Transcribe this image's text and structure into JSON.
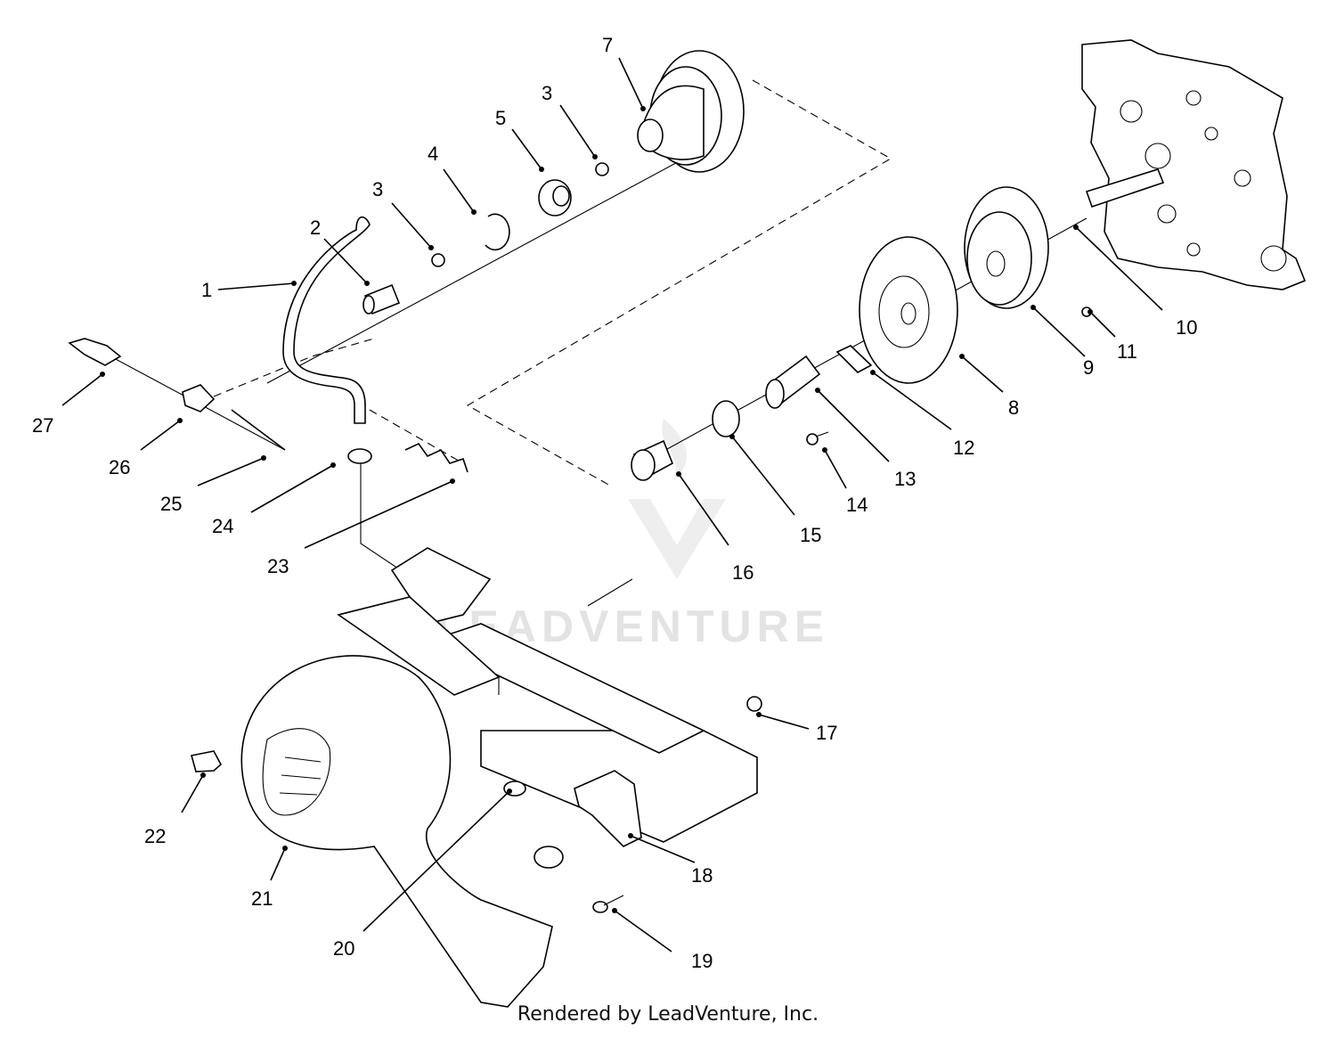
{
  "diagram": {
    "footer": "Rendered by LeadVenture, Inc.",
    "watermark": "LEADVENTURE",
    "callouts": [
      {
        "id": "1",
        "label": "1"
      },
      {
        "id": "2",
        "label": "2"
      },
      {
        "id": "3a",
        "label": "3"
      },
      {
        "id": "4",
        "label": "4"
      },
      {
        "id": "5",
        "label": "5"
      },
      {
        "id": "3b",
        "label": "3"
      },
      {
        "id": "7",
        "label": "7"
      },
      {
        "id": "8",
        "label": "8"
      },
      {
        "id": "9",
        "label": "9"
      },
      {
        "id": "10",
        "label": "10"
      },
      {
        "id": "11",
        "label": "11"
      },
      {
        "id": "12",
        "label": "12"
      },
      {
        "id": "13",
        "label": "13"
      },
      {
        "id": "14",
        "label": "14"
      },
      {
        "id": "15",
        "label": "15"
      },
      {
        "id": "16",
        "label": "16"
      },
      {
        "id": "17",
        "label": "17"
      },
      {
        "id": "18",
        "label": "18"
      },
      {
        "id": "19",
        "label": "19"
      },
      {
        "id": "20",
        "label": "20"
      },
      {
        "id": "21",
        "label": "21"
      },
      {
        "id": "22",
        "label": "22"
      },
      {
        "id": "23",
        "label": "23"
      },
      {
        "id": "24",
        "label": "24"
      },
      {
        "id": "25",
        "label": "25"
      },
      {
        "id": "26",
        "label": "26"
      },
      {
        "id": "27",
        "label": "27"
      }
    ]
  }
}
